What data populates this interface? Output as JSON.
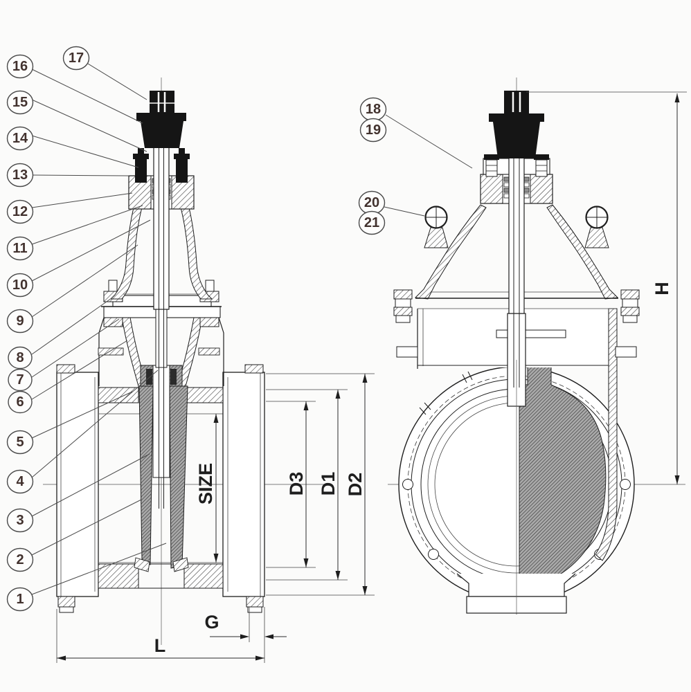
{
  "drawing": {
    "background_color": "#fbfbfa",
    "line_color": "#1e1e1e",
    "callout_text_color": "#42322e",
    "gate_hatch_color": "#a9a9a9"
  },
  "callouts": [
    {
      "label": "1"
    },
    {
      "label": "2"
    },
    {
      "label": "3"
    },
    {
      "label": "4"
    },
    {
      "label": "5"
    },
    {
      "label": "6"
    },
    {
      "label": "7"
    },
    {
      "label": "8"
    },
    {
      "label": "9"
    },
    {
      "label": "10"
    },
    {
      "label": "11"
    },
    {
      "label": "12"
    },
    {
      "label": "13"
    },
    {
      "label": "14"
    },
    {
      "label": "15"
    },
    {
      "label": "16"
    },
    {
      "label": "17"
    },
    {
      "label": "18"
    },
    {
      "label": "19"
    },
    {
      "label": "20"
    },
    {
      "label": "21"
    }
  ],
  "dimensions": {
    "size": "SIZE",
    "d3": "D3",
    "d1": "D1",
    "d2": "D2",
    "g": "G",
    "l": "L",
    "h": "H"
  }
}
